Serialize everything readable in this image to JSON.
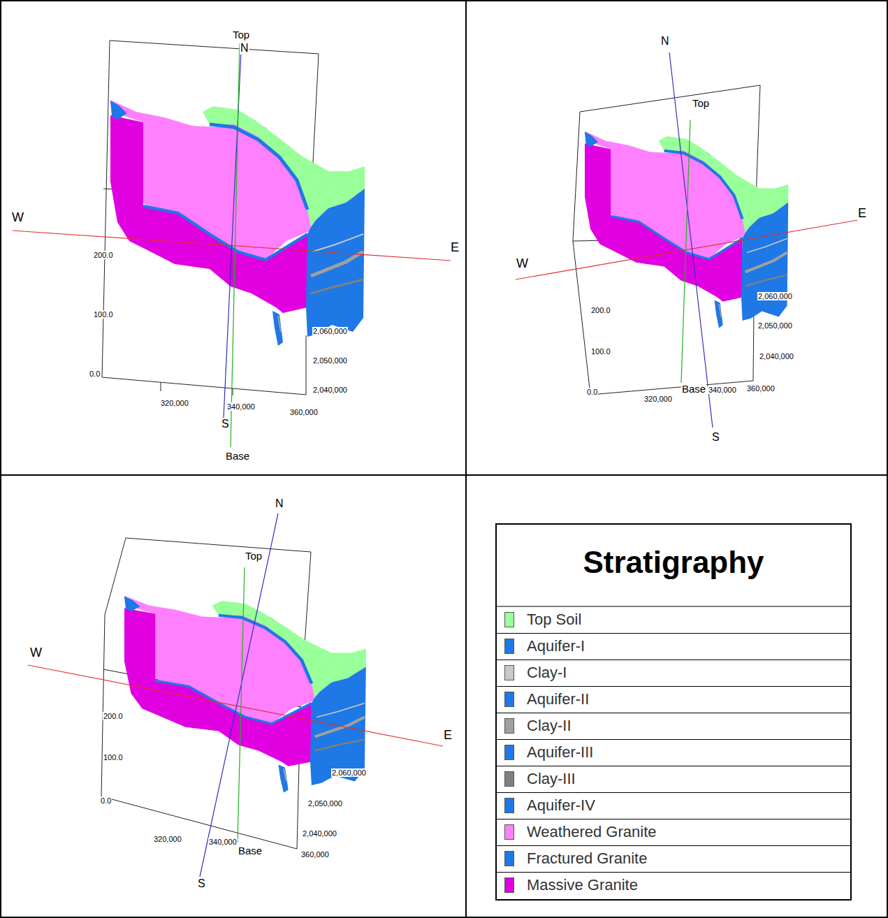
{
  "diagram": {
    "labels": [
      "Top",
      "N",
      "W",
      "E",
      "200.0",
      "100.0",
      "0.0",
      "320,000",
      "340,000",
      "360,000",
      "S",
      "Base",
      "2,060,000",
      "2,050,000",
      "2,040,000",
      "N",
      "Top",
      "W",
      "E",
      "200.0",
      "100.0",
      "0.0",
      "320,000",
      "Base",
      "340,000",
      "360,000",
      "2,060,000",
      "2,050,000",
      "2,040,000",
      "S",
      "N",
      "Top",
      "W",
      "E",
      "200.0",
      "100.0",
      "0.0",
      "320,000",
      "340,000",
      "Base",
      "360,000",
      "2,060,000",
      "2,050,000",
      "2,040,000",
      "S",
      "Stratigraphy"
    ],
    "legend": [
      {
        "text": "Top Soil",
        "color": "#99ff99"
      },
      {
        "text": "Aquifer-I",
        "color": "#1e78e6"
      },
      {
        "text": "Clay-I",
        "color": "#c8c8c8"
      },
      {
        "text": "Aquifer-II",
        "color": "#1e78e6"
      },
      {
        "text": "Clay-II",
        "color": "#a0a0a0"
      },
      {
        "text": "Aquifer-III",
        "color": "#1e78e6"
      },
      {
        "text": "Clay-III",
        "color": "#808080"
      },
      {
        "text": "Aquifer-IV",
        "color": "#1e78e6"
      },
      {
        "text": "Weathered Granite",
        "color": "#ff80ff"
      },
      {
        "text": "Fractured Granite",
        "color": "#1e78e6"
      },
      {
        "text": "Massive Granite",
        "color": "#e000e0"
      }
    ]
  }
}
